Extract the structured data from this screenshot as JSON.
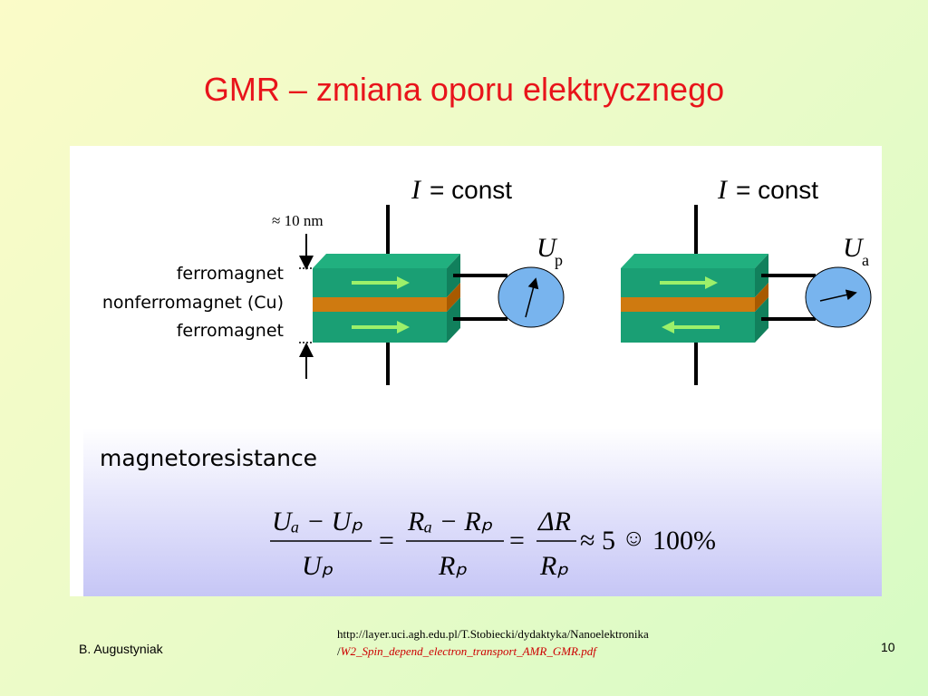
{
  "slide": {
    "title": "GMR – zmiana oporu elektrycznego",
    "title_color": "#e8141b"
  },
  "diagram": {
    "current_label_left": "= const",
    "current_label_right": "= const",
    "current_symbol": "I",
    "scale_label": "≈ 10 nm",
    "layers": [
      "ferromagnet",
      "nonferromagnet (Cu)",
      "ferromagnet"
    ],
    "voltage_left_symbol": "U",
    "voltage_left_sub": "p",
    "voltage_right_symbol": "U",
    "voltage_right_sub": "a",
    "left_arrows": [
      "right",
      "right"
    ],
    "right_arrows": [
      "right",
      "left"
    ],
    "colors": {
      "ferromagnet": "#1a9f74",
      "ferromagnet_dark": "#11805c",
      "copper": "#cf7a10",
      "arrow": "#9cf06a",
      "meter": "#78b4ee"
    }
  },
  "formula": {
    "heading": "magnetoresistance",
    "fraction1_num": "Uₐ − Uₚ",
    "fraction1_den": "Uₚ",
    "fraction2_num": "Rₐ − Rₚ",
    "fraction2_den": "Rₚ",
    "fraction3_num": "ΔR",
    "fraction3_den": "Rₚ",
    "approx": "≈ 5",
    "smiley": "☺",
    "result": "100%"
  },
  "footer": {
    "author": "B. Augustyniak",
    "source_line1": "http://layer.uci.agh.edu.pl/T.Stobiecki/dydaktyka/Nanoelektronika",
    "source_slash": "/",
    "source_link": "W2_Spin_depend_electron_transport_AMR_GMR.pdf",
    "page_number": "10"
  }
}
